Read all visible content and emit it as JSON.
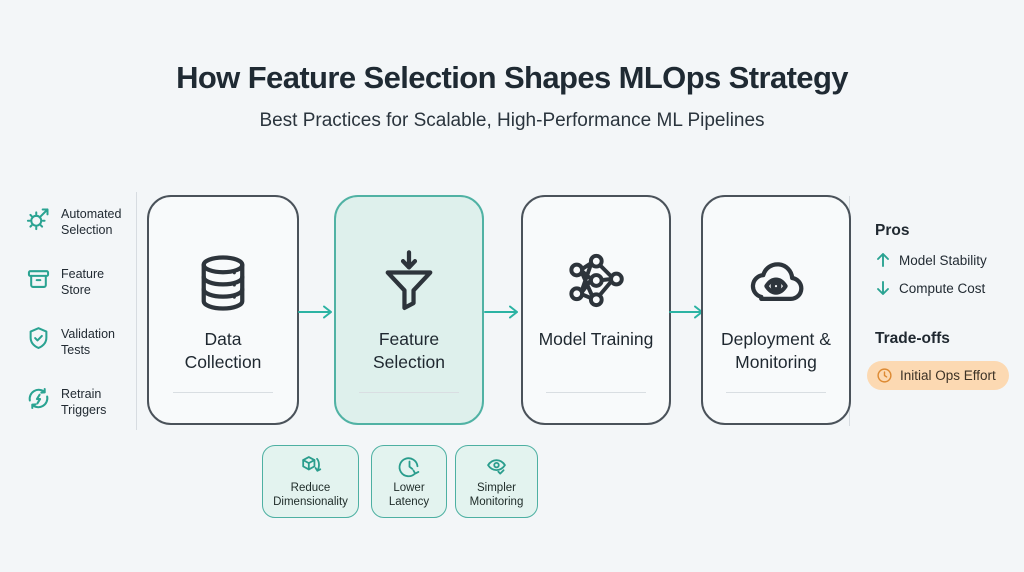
{
  "header": {
    "title": "How Feature Selection Shapes MLOps Strategy",
    "subtitle": "Best Practices for Scalable, High-Performance ML Pipelines"
  },
  "sidebar": {
    "items": [
      {
        "icon": "gear-arrow-icon",
        "label": "Automated Selection"
      },
      {
        "icon": "feature-store-icon",
        "label": "Feature Store"
      },
      {
        "icon": "shield-check-icon",
        "label": "Validation Tests"
      },
      {
        "icon": "retrain-cycle-icon",
        "label": "Retrain Triggers"
      }
    ]
  },
  "pipeline": {
    "stages": [
      {
        "icon": "database-icon",
        "label": "Data Collection",
        "highlighted": false
      },
      {
        "icon": "funnel-arrow-icon",
        "label": "Feature Selection",
        "highlighted": true
      },
      {
        "icon": "neural-network-icon",
        "label": "Model Training",
        "highlighted": false
      },
      {
        "icon": "cloud-eye-icon",
        "label": "Deployment & Monitoring",
        "highlighted": false
      }
    ]
  },
  "benefits": [
    {
      "icon": "cube-down-arrow-icon",
      "label": "Reduce Dimensionality"
    },
    {
      "icon": "clock-arrow-icon",
      "label": "Lower Latency"
    },
    {
      "icon": "eye-check-icon",
      "label": "Simpler Monitoring"
    }
  ],
  "pros_panel": {
    "heading": "Pros",
    "items": [
      {
        "icon": "up-arrow-icon",
        "label": "Model Stability"
      },
      {
        "icon": "down-arrow-icon",
        "label": "Compute Cost"
      }
    ]
  },
  "tradeoffs_panel": {
    "heading": "Trade-offs",
    "badge": {
      "icon": "clock-icon",
      "label": "Initial Ops Effort"
    }
  },
  "colors": {
    "background": "#f3f6f8",
    "accent_teal": "#2aa392",
    "highlight_fill": "#def0ec",
    "highlight_border": "#50b2a4",
    "card_border": "#4a525a",
    "badge_mint_fill": "#e3f3ef",
    "tradeoff_badge_bg": "#fcd9b2",
    "tradeoff_icon_orange": "#dd8a33",
    "text_dark": "#1f2a33",
    "divider_gray": "#d7dce1"
  }
}
